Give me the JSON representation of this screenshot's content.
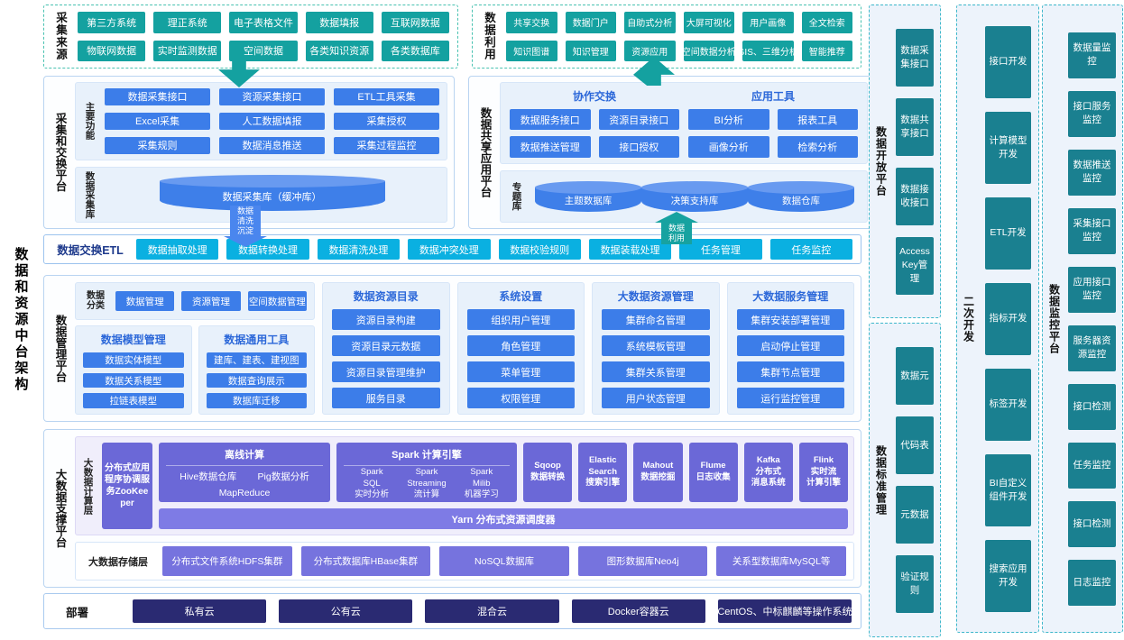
{
  "root_title": "数据和资源中台架构",
  "palette": {
    "teal": "#14a1a0",
    "teal_dark": "#1a8090",
    "blue": "#3c7de9",
    "cyan": "#0ab0e1",
    "purple": "#6b68d7",
    "purple_light": "#7e7be5",
    "storage_purple": "#7673de",
    "navy": "#2a2a72",
    "cylinder_blue": "#3e7fe9",
    "dashed_teal": "#49c2b1",
    "panel_border": "#b9d4f1"
  },
  "arrows": {
    "clean": "数据\n清洗\n沉淀",
    "use": "数据\n利用"
  },
  "collect_sources": {
    "label": "采集来源",
    "items": [
      "第三方系统",
      "理正系统",
      "电子表格文件",
      "数据填报",
      "互联网数据",
      "物联网数据",
      "实时监测数据",
      "空间数据",
      "各类知识资源",
      "各类数据库"
    ]
  },
  "data_use": {
    "label": "数据利用",
    "items": [
      "共享交换",
      "数据门户",
      "自助式分析",
      "大屏可视化",
      "用户画像",
      "全文检索",
      "知识图谱",
      "知识管理",
      "资源应用",
      "空间数据分析",
      "GIS、三维分析",
      "智能推荐"
    ]
  },
  "collect_exchange": {
    "label": "采集和交换平台",
    "main_functions": {
      "label": "主要功能",
      "items": [
        "数据采集接口",
        "资源采集接口",
        "ETL工具采集",
        "Excel采集",
        "人工数据填报",
        "采集授权",
        "采集规则",
        "数据消息推送",
        "采集过程监控"
      ]
    },
    "collect_db": {
      "label": "数据采集库",
      "cylinder": "数据采集库（缓冲库）"
    }
  },
  "share_platform": {
    "label": "数据共享应用平台",
    "collab": {
      "title": "协作交换",
      "items": [
        "数据服务接口",
        "资源目录接口",
        "数据推送管理",
        "接口授权"
      ]
    },
    "tools": {
      "title": "应用工具",
      "items": [
        "BI分析",
        "报表工具",
        "画像分析",
        "检索分析"
      ]
    },
    "subject_db": {
      "label": "专题库",
      "cylinders": [
        "主题数据库",
        "决策支持库",
        "数据仓库"
      ]
    }
  },
  "etl": {
    "label": "数据交换ETL",
    "items": [
      "数据抽取处理",
      "数据转换处理",
      "数据清洗处理",
      "数据冲突处理",
      "数据校验规则",
      "数据装载处理",
      "任务管理",
      "任务监控"
    ]
  },
  "data_mgmt": {
    "label": "数据管理平台",
    "classify": {
      "label": "数据分类",
      "items": [
        "数据管理",
        "资源管理",
        "空间数据管理"
      ]
    },
    "model": {
      "title": "数据模型管理",
      "items": [
        "数据实体模型",
        "数据关系模型",
        "拉链表模型"
      ]
    },
    "common_tools": {
      "title": "数据通用工具",
      "items": [
        "建库、建表、建视图",
        "数据查询展示",
        "数据库迁移"
      ]
    },
    "catalog": {
      "title": "数据资源目录",
      "items": [
        "资源目录构建",
        "资源目录元数据",
        "资源目录管理维护",
        "服务目录"
      ]
    },
    "system": {
      "title": "系统设置",
      "items": [
        "组织用户管理",
        "角色管理",
        "菜单管理",
        "权限管理"
      ]
    },
    "bigdata_res": {
      "title": "大数据资源管理",
      "items": [
        "集群命名管理",
        "系统模板管理",
        "集群关系管理",
        "用户状态管理"
      ]
    },
    "bigdata_svc": {
      "title": "大数据服务管理",
      "items": [
        "集群安装部署管理",
        "启动停止管理",
        "集群节点管理",
        "运行监控管理"
      ]
    }
  },
  "bigdata": {
    "label": "大数据支撑平台",
    "compute": {
      "label": "大数据计算层",
      "zookeeper": "分布式应用程序协调服务ZooKeeper",
      "offline": {
        "title": "离线计算",
        "items": [
          "Hive数据仓库",
          "Pig数据分析",
          "MapReduce"
        ]
      },
      "spark": {
        "title": "Spark 计算引擎",
        "cols": [
          "Spark\nSQL\n实时分析",
          "Spark\nStreaming\n流计算",
          "Spark\nMilib\n机器学习"
        ]
      },
      "boxes": [
        "Sqoop\n数据转换",
        "Elastic\nSearch\n搜索引擎",
        "Mahout\n数据挖掘",
        "Flume\n日志收集",
        "Kafka\n分布式\n消息系统",
        "Flink\n实时流\n计算引擎"
      ],
      "yarn": "Yarn 分布式资源调度器"
    },
    "storage": {
      "label": "大数据存储层",
      "items": [
        "分布式文件系统HDFS集群",
        "分布式数据库HBase集群",
        "NoSQL数据库",
        "图形数据库Neo4j",
        "关系型数据库MySQL等"
      ]
    }
  },
  "deploy": {
    "label": "部署",
    "items": [
      "私有云",
      "公有云",
      "混合云",
      "Docker容器云",
      "CentOS、中标麒麟等操作系统"
    ]
  },
  "open_platform": {
    "label": "数据开放平台",
    "items": [
      "数据采集接口",
      "数据共享接口",
      "数据接收接口",
      "Access Key管理"
    ]
  },
  "standard_mgmt": {
    "label": "数据标准管理",
    "items": [
      "数据元",
      "代码表",
      "元数据",
      "验证规则"
    ]
  },
  "secondary_dev": {
    "label": "二次开发",
    "items": [
      "接口开发",
      "计算模型开发",
      "ETL开发",
      "指标开发",
      "标签开发",
      "BI自定义组件开发",
      "搜索应用开发"
    ]
  },
  "monitor": {
    "label": "数据监控平台",
    "items": [
      "数据量监控",
      "接口服务监控",
      "数据推送监控",
      "采集接口监控",
      "应用接口监控",
      "服务器资源监控",
      "接口检测",
      "任务监控",
      "接口检测",
      "日志监控"
    ]
  }
}
